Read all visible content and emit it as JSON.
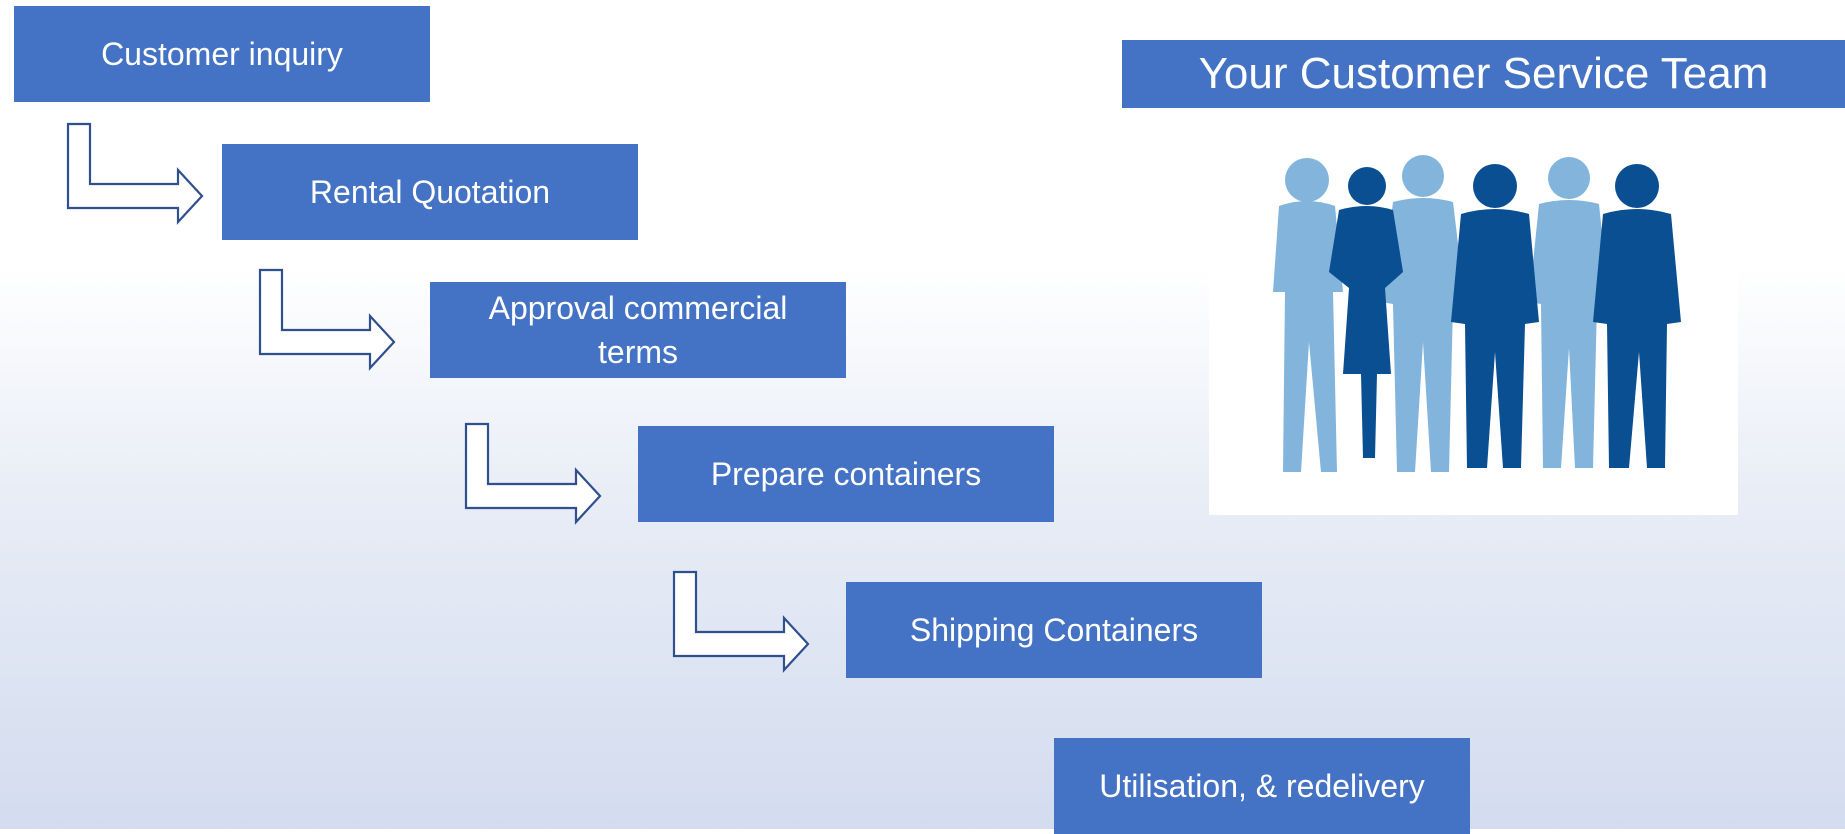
{
  "steps": [
    "Customer inquiry",
    "Rental Quotation",
    "Approval commercial terms",
    "Prepare containers",
    "Shipping Containers",
    "Utilisation, & redelivery"
  ],
  "team": {
    "title": "Your Customer Service Team",
    "image_icon": "people-silhouettes-icon"
  },
  "colors": {
    "box": "#4472c4",
    "arrow_outline": "#2f4f8f",
    "silhouette_light": "#82b4dc",
    "silhouette_dark": "#0a4f92"
  }
}
